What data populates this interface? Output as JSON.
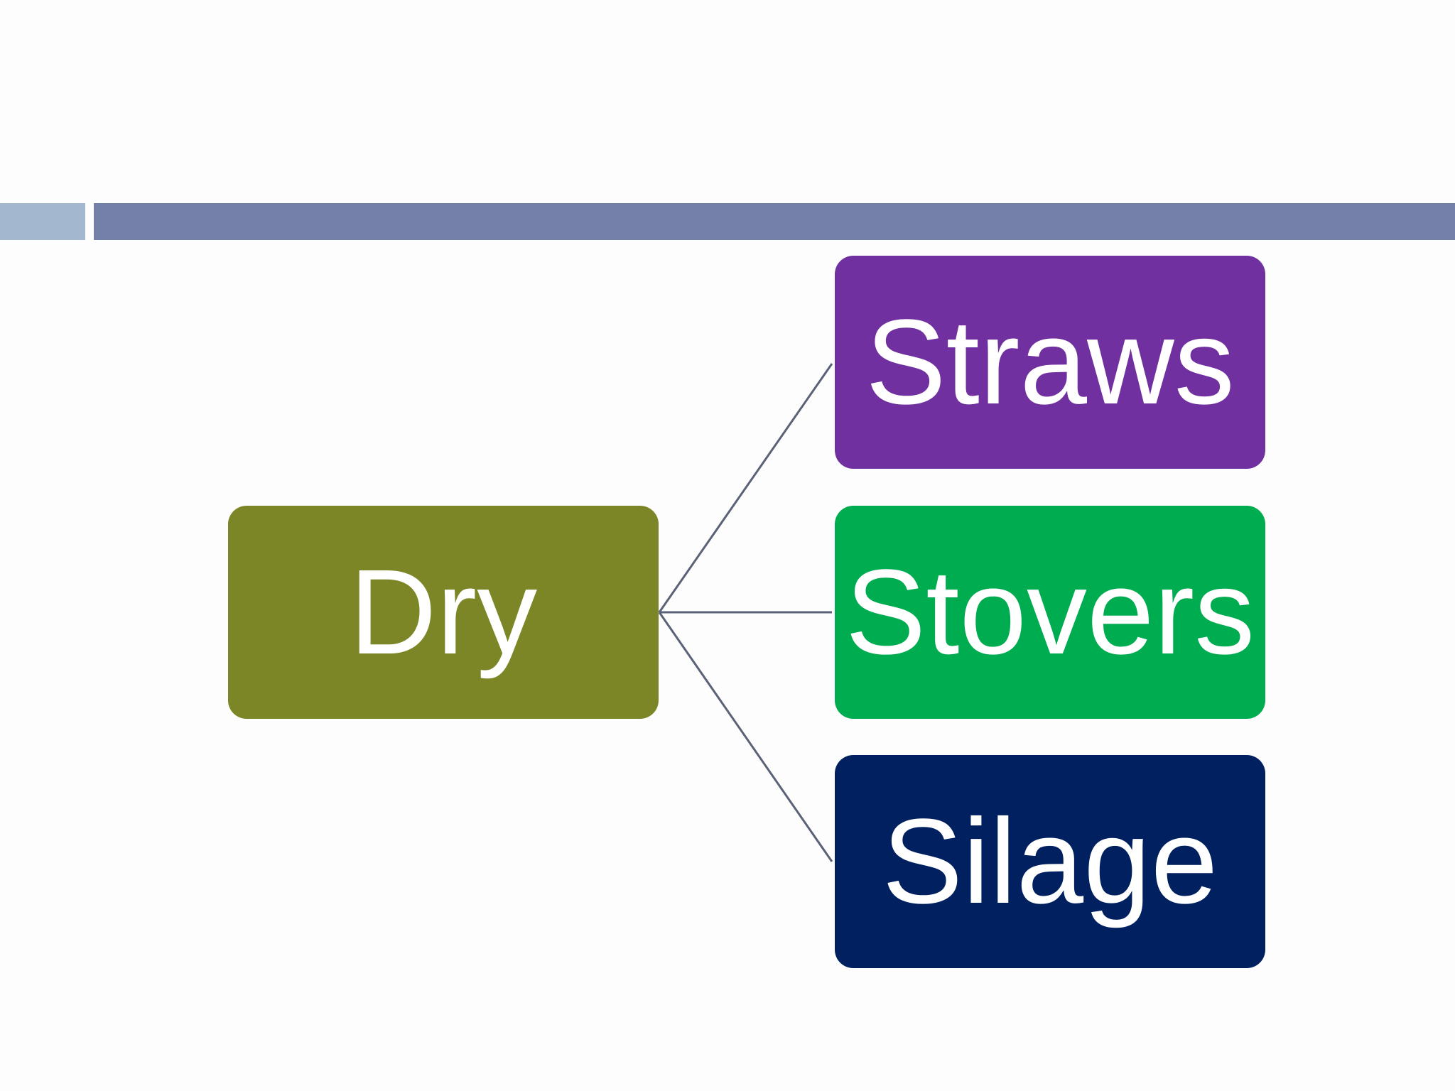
{
  "colors": {
    "background": "#fdfdfd",
    "header_bar_left": "#a3b8cf",
    "header_bar_right": "#7480a7",
    "connector": "#5a6278"
  },
  "diagram": {
    "root": {
      "label": "Dry",
      "color": "#7d8626"
    },
    "children": [
      {
        "label": "Straws",
        "color": "#7030a0"
      },
      {
        "label": "Stovers",
        "color": "#00ac50"
      },
      {
        "label": "Silage",
        "color": "#002060"
      }
    ]
  }
}
